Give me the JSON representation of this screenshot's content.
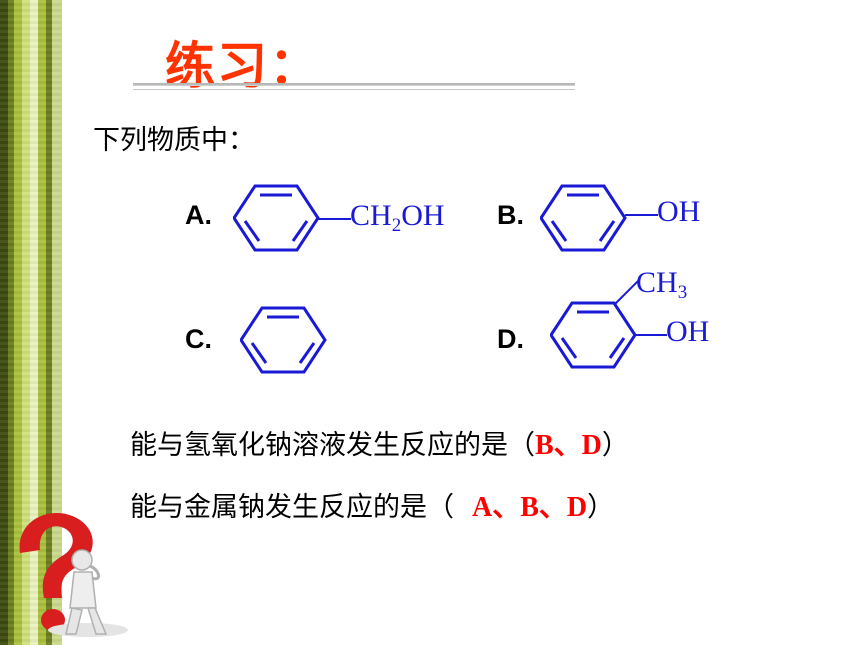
{
  "title": "练习：",
  "prompt": "下列物质中：",
  "options": {
    "a": {
      "letter": "A.",
      "formula_main": "CH",
      "formula_sub": "2",
      "formula_tail": "OH"
    },
    "b": {
      "letter": "B.",
      "formula": "OH"
    },
    "c": {
      "letter": "C."
    },
    "d": {
      "letter": "D.",
      "methyl_main": "CH",
      "methyl_sub": "3",
      "hydroxyl": "OH"
    }
  },
  "questions": [
    {
      "text": "能与氢氧化钠溶液发生反应的是（",
      "answer": "B、D",
      "close": "）"
    },
    {
      "text": "能与金属钠发生反应的是（",
      "answer": "A、B、D",
      "close": "）"
    }
  ],
  "colors": {
    "title": "#ff3300",
    "structure": "#1a1ad6",
    "answer": "#ff0000"
  }
}
